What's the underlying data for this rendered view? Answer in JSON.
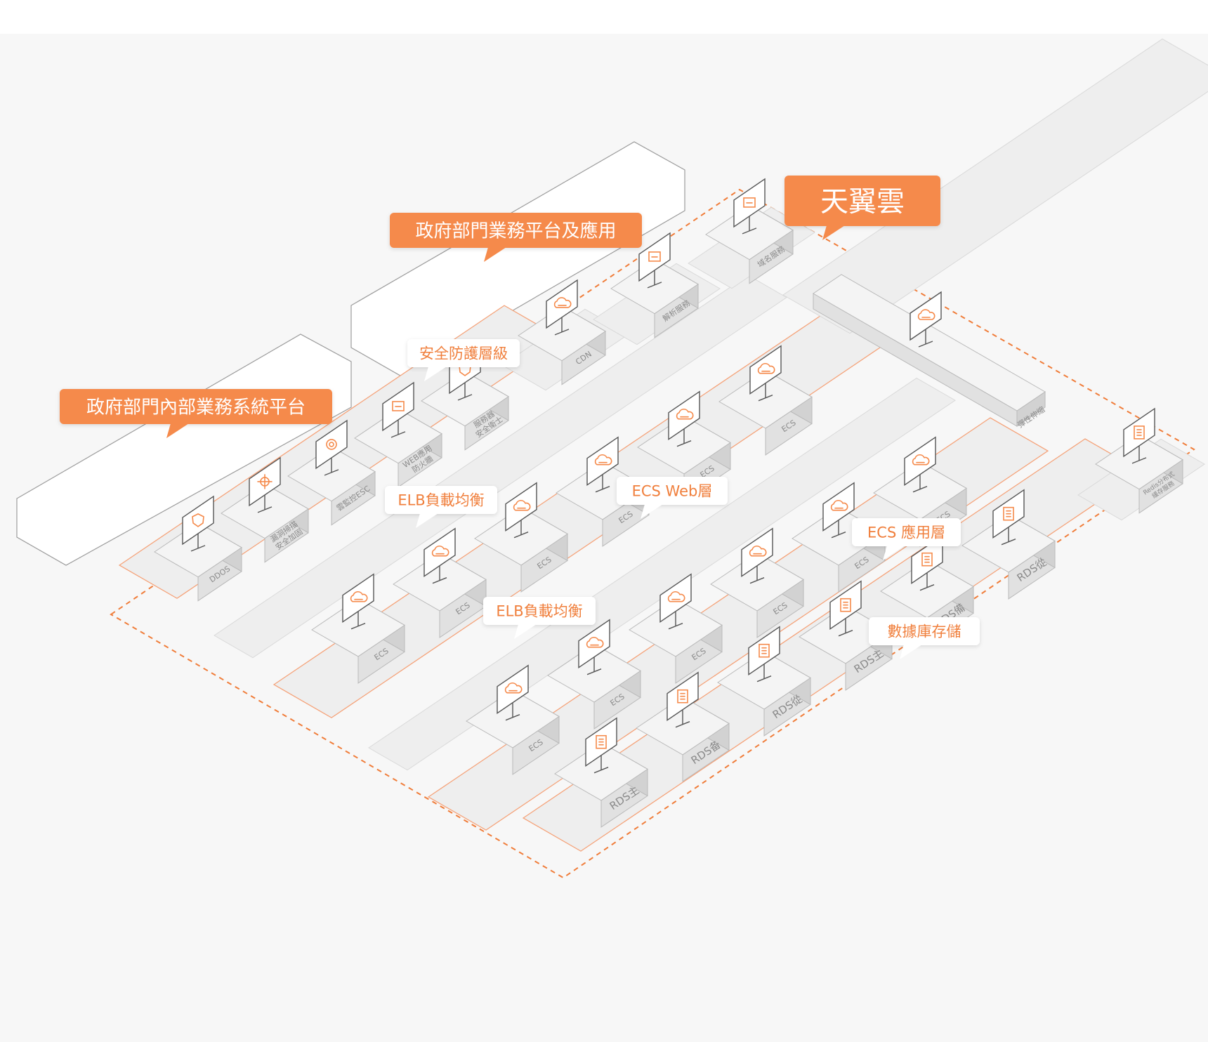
{
  "colors": {
    "accent": "#f58a4b",
    "accent_text": "#f07f3c",
    "zone_stroke": "#f5a37a",
    "dash": "#f07d3a",
    "tray": "#eeeeee",
    "tray_stroke": "#d9d9d9",
    "box_top": "#f4f4f4",
    "box_left": "#e1e1e1",
    "box_right": "#d2d2d2",
    "box_stroke": "#b9b9b9"
  },
  "callouts": {
    "cloud_brand": "天翼雲",
    "gov_business": "政府部門業務平台及應用",
    "gov_internal": "政府部門內部業務系統平台"
  },
  "layers": {
    "security": "安全防護層級",
    "elb_1": "ELB負載均衡",
    "ecs_web": "ECS Web層",
    "elb_2": "ELB負載均衡",
    "ecs_app": "ECS 應用層",
    "database": "數據庫存儲"
  },
  "services": {
    "ddos": "DDOS",
    "vuln_1": "漏洞掃描",
    "vuln_2": "安全加固",
    "cloud_monitor": "雲監控ESC",
    "waf_1": "WEB應用",
    "waf_2": "防火牆",
    "server_1": "服務器",
    "server_2": "安全衛士",
    "cdn": "CDN",
    "dns_resolve": "解析服務",
    "domain": "域名服務",
    "elastic": "彈性伸縮",
    "redis_1": "Redis分布式",
    "redis_2": "緩存服務"
  },
  "ecs_web_boxes": [
    "ECS",
    "ECS",
    "ECS",
    "ECS",
    "ECS",
    "ECS"
  ],
  "ecs_app_boxes": [
    "ECS",
    "ECS",
    "ECS",
    "ECS",
    "ECS",
    "ECS"
  ],
  "rds_near": [
    "RDS主",
    "RDS备",
    "RDS從"
  ],
  "rds_far": [
    "RDS主",
    "RDS備",
    "RDS從"
  ]
}
